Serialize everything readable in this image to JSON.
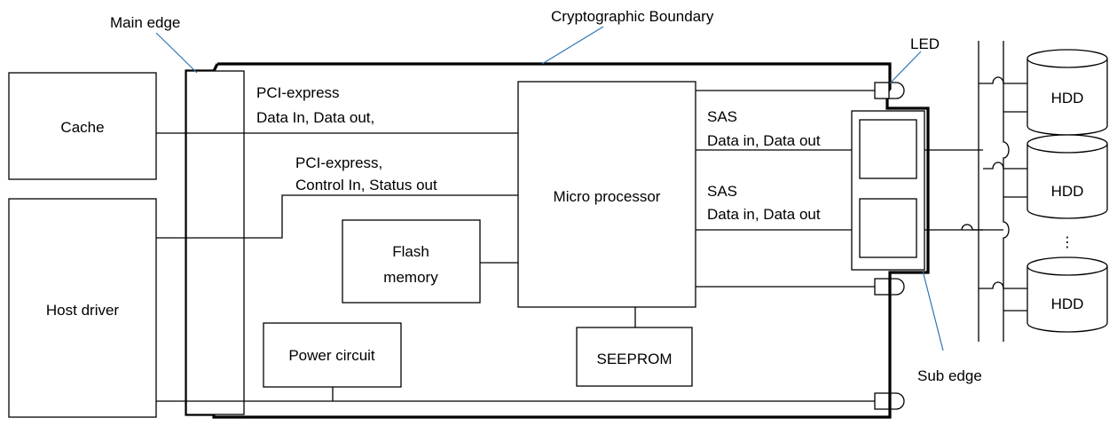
{
  "callouts": {
    "main_edge": "Main edge",
    "crypto_boundary": "Cryptographic Boundary",
    "led": "LED",
    "sub_edge": "Sub edge"
  },
  "blocks": {
    "cache": "Cache",
    "host_driver": "Host driver",
    "flash_line1": "Flash",
    "flash_line2": "memory",
    "micro_processor": "Micro processor",
    "seeprom": "SEEPROM",
    "power_circuit": "Power circuit"
  },
  "signals": {
    "pcie_data_line1": "PCI-express",
    "pcie_data_line2": "Data In, Data out,",
    "pcie_ctrl_line1": "PCI-express,",
    "pcie_ctrl_line2": "Control In, Status out",
    "sas1_line1": "SAS",
    "sas1_line2": "Data in, Data out",
    "sas2_line1": "SAS",
    "sas2_line2": "Data in, Data out"
  },
  "disks": {
    "hdd1": "HDD",
    "hdd2": "HDD",
    "hdd3": "HDD",
    "ellipsis": "⋮"
  }
}
